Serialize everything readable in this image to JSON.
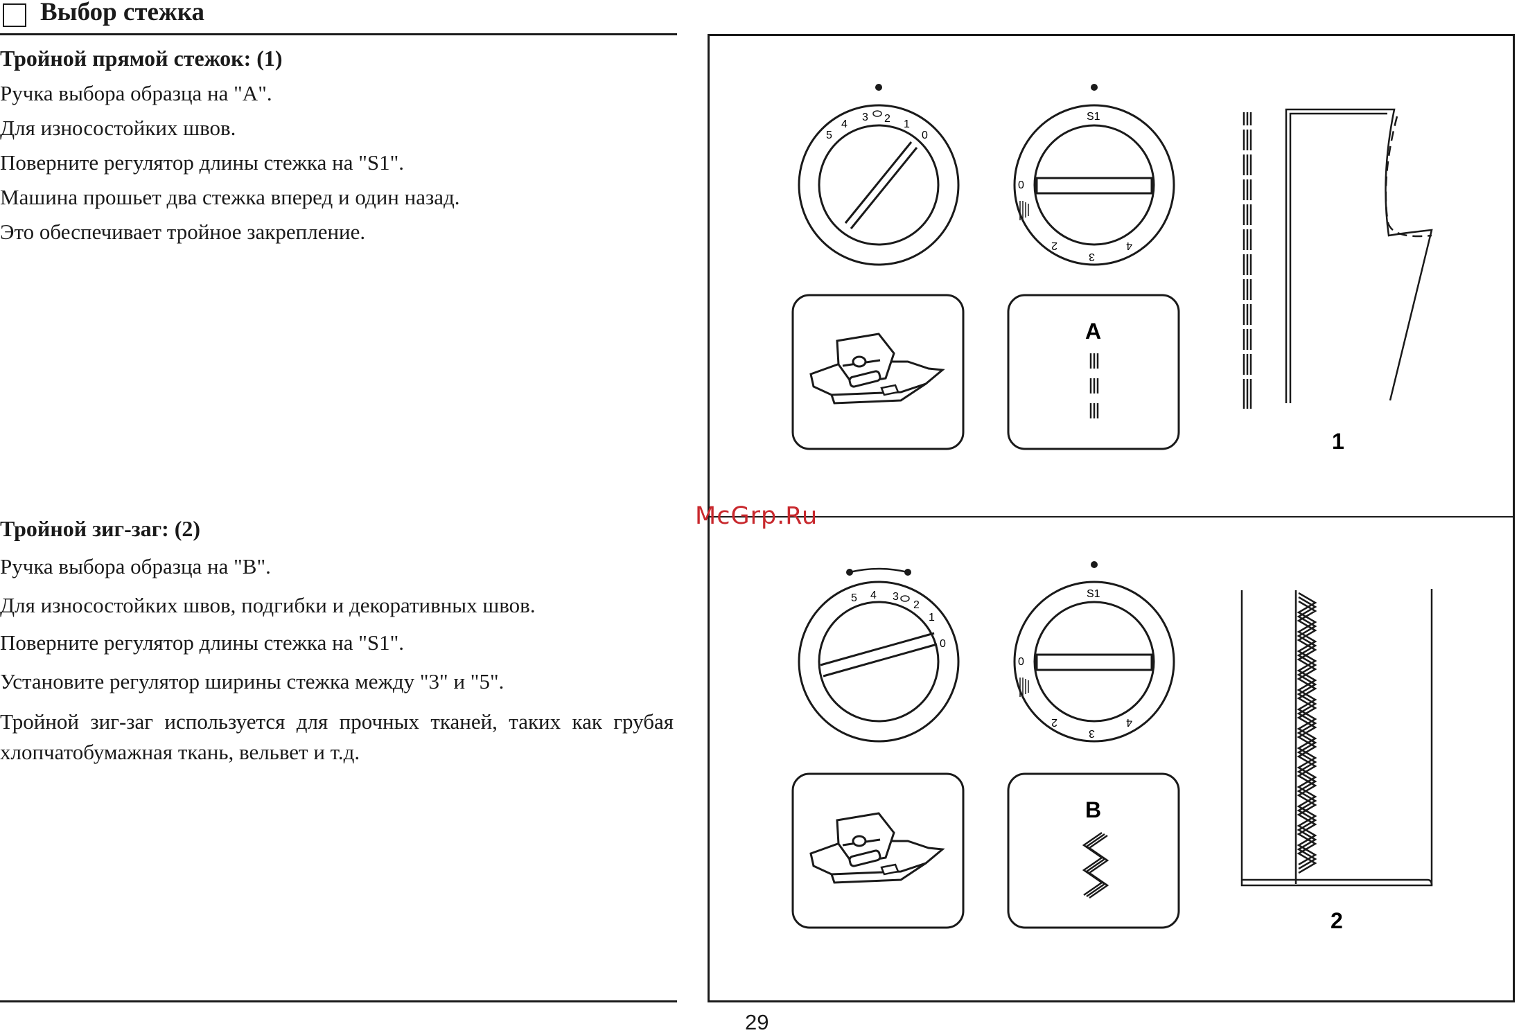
{
  "header": {
    "title": "Выбор стежка"
  },
  "section1": {
    "heading": "Тройной прямой стежок: (1)",
    "lines": [
      "Ручка выбора образца на \"A\".",
      "Для износостойких швов.",
      "Поверните регулятор длины стежка на \"S1\".",
      "Машина прошьет два стежка вперед и один назад.",
      "Это обеспечивает тройное закрепление."
    ]
  },
  "section2": {
    "heading": "Тройной зиг-заг: (2)",
    "lines": [
      "Ручка выбора образца на \"B\".",
      "Для износостойких швов, подгибки и декоративных швов.",
      "Поверните регулятор длины стежка на \"S1\".",
      "Установите регулятор ширины стежка между \"3\" и \"5\"."
    ],
    "paragraph": "Тройной зиг-заг используется для прочных тканей, таких как грубая хлопчатобумажная ткань, вельвет и т.д."
  },
  "illustration": {
    "width_dial_numbers": [
      "5",
      "4",
      "3",
      "2",
      "1",
      "0"
    ],
    "length_dial_numbers": {
      "top": "S1",
      "left": "0",
      "bottom": [
        "2",
        "3",
        "4"
      ]
    },
    "pattern_labels": [
      "A",
      "B"
    ],
    "figure_numbers": [
      "1",
      "2"
    ]
  },
  "watermark": "McGrp.Ru",
  "page_number": "29"
}
